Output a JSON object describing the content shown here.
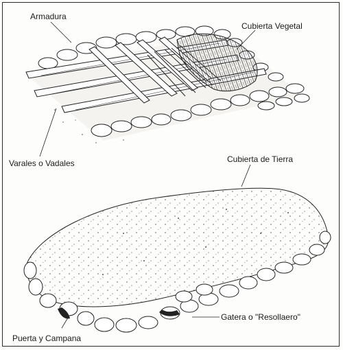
{
  "labels": {
    "armadura": "Armadura",
    "cubierta_vegetal": "Cubierta Vegetal",
    "varales": "Varales o Vadales",
    "cubierta_tierra": "Cubierta de Tierra",
    "gatera": "Gatera o \"Resollaero\"",
    "puerta": "Puerta y Campana"
  }
}
